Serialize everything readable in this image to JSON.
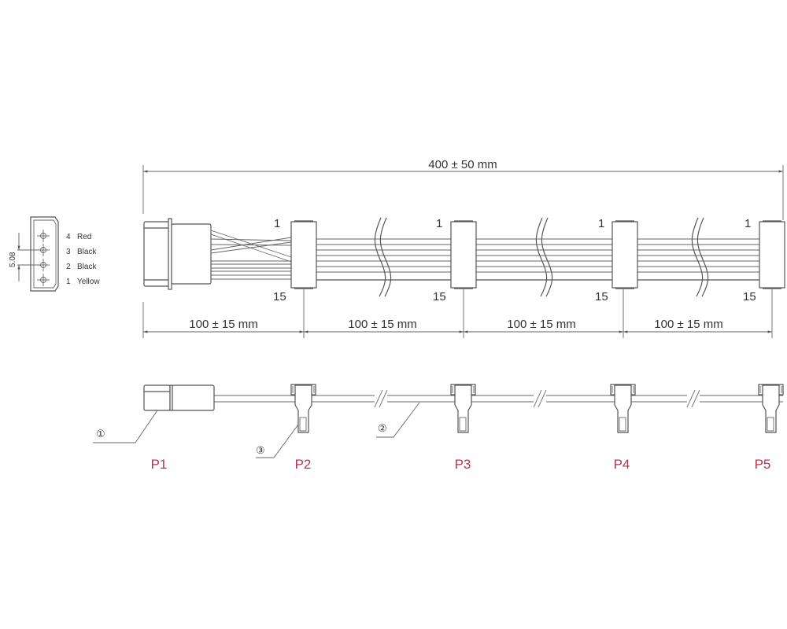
{
  "pinout": {
    "pitch": "5.08",
    "pins": [
      {
        "number": "4",
        "color": "Red"
      },
      {
        "number": "3",
        "color": "Black"
      },
      {
        "number": "2",
        "color": "Black"
      },
      {
        "number": "1",
        "color": "Yellow"
      }
    ]
  },
  "top_view": {
    "total_length": "400 ± 50 mm",
    "segments": [
      "100 ± 15 mm",
      "100 ± 15 mm",
      "100 ± 15 mm",
      "100 ± 15 mm"
    ],
    "pin_start": "1",
    "pin_end": "15"
  },
  "side_view": {
    "connectors": [
      "P1",
      "P2",
      "P3",
      "P4",
      "P5"
    ],
    "callouts": [
      "①",
      "②",
      "③"
    ]
  },
  "colors": {
    "line": "#555555",
    "connector_label": "#c0314a"
  }
}
